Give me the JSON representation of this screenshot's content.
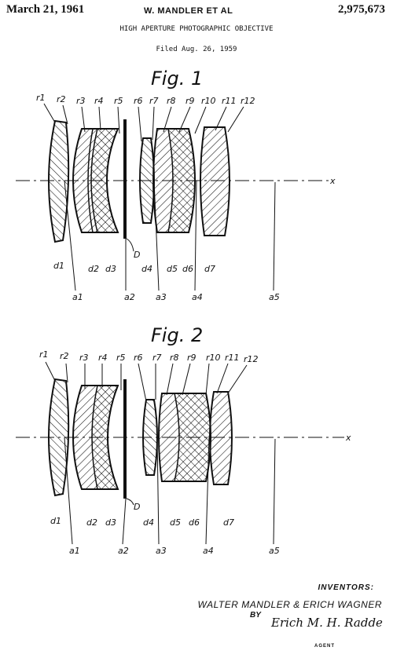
{
  "header": {
    "date": "March 21, 1961",
    "inventors_short": "W. MANDLER ET AL",
    "patent_number": "2,975,673",
    "title": "HIGH APERTURE PHOTOGRAPHIC OBJECTIVE",
    "filed": "Filed Aug. 26, 1959"
  },
  "figures": [
    {
      "title": "Fig. 1",
      "radius_labels": [
        "r1",
        "r2",
        "r3",
        "r4",
        "r5",
        "r6",
        "r7",
        "r8",
        "r9",
        "r10",
        "r11",
        "r12"
      ],
      "thickness_labels": [
        "d1",
        "d2",
        "d3",
        "d4",
        "d5",
        "d6",
        "d7"
      ],
      "spacing_labels": [
        "a1",
        "a2",
        "a3",
        "a4",
        "a5"
      ],
      "diaphragm_label": "D",
      "axis_label": "x"
    },
    {
      "title": "Fig. 2",
      "radius_labels": [
        "r1",
        "r2",
        "r3",
        "r4",
        "r5",
        "r6",
        "r7",
        "r8",
        "r9",
        "r10",
        "r11",
        "r12"
      ],
      "thickness_labels": [
        "d1",
        "d2",
        "d3",
        "d4",
        "d5",
        "d6",
        "d7"
      ],
      "spacing_labels": [
        "a1",
        "a2",
        "a3",
        "a4",
        "a5"
      ],
      "diaphragm_label": "D",
      "axis_label": "x"
    }
  ],
  "footer": {
    "inventors_heading": "INVENTORS:",
    "inventor_names": "WALTER MANDLER & ERICH WAGNER",
    "by": "BY",
    "signature": "Erich M. H. Radde",
    "agent": "AGENT"
  }
}
